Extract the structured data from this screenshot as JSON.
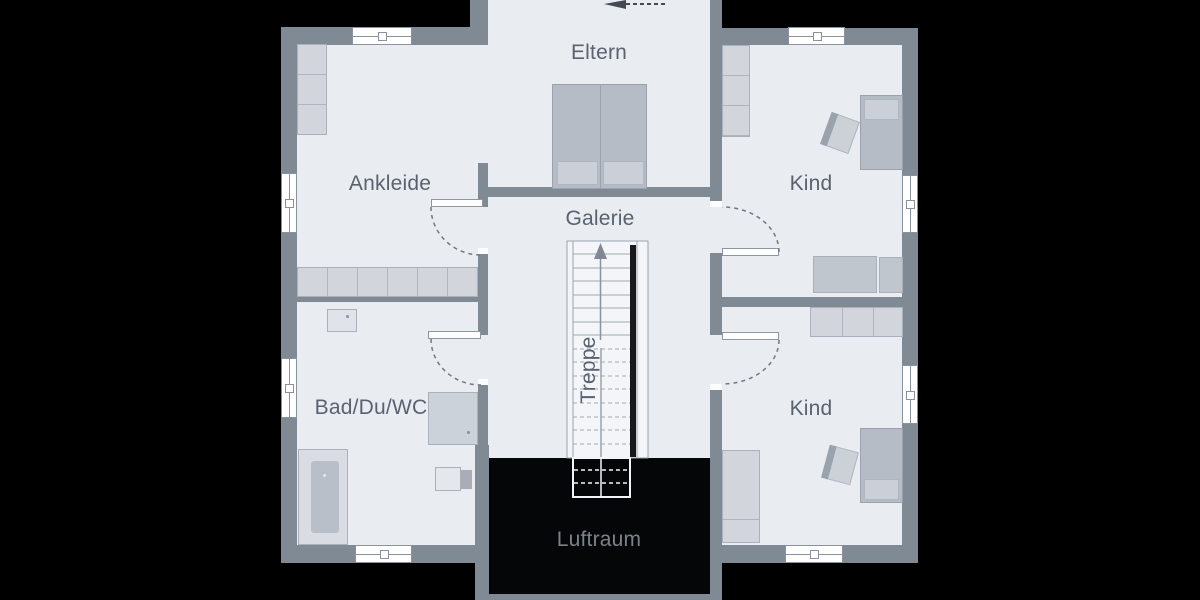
{
  "plan": {
    "rooms": [
      {
        "key": "eltern",
        "label": "Eltern"
      },
      {
        "key": "ankleide",
        "label": "Ankleide"
      },
      {
        "key": "galerie",
        "label": "Galerie"
      },
      {
        "key": "kind_top",
        "label": "Kind"
      },
      {
        "key": "kind_bottom",
        "label": "Kind"
      },
      {
        "key": "bad",
        "label": "Bad/Du/WC"
      },
      {
        "key": "treppe",
        "label": "Treppe"
      },
      {
        "key": "luftraum",
        "label": "Luftraum"
      }
    ],
    "symbols": [
      "window-symbol",
      "door-leaf",
      "door-swing-arc",
      "staircase",
      "stair-direction-arrow",
      "entrance-arrow",
      "bed",
      "wardrobe",
      "shelf",
      "desk",
      "chair",
      "bathtub",
      "shower",
      "toilet",
      "washbasin"
    ]
  },
  "colors": {
    "background": "#000000",
    "wall": "#808a95",
    "floor": "#e9ecf1",
    "furniture_light": "#d2d6dc",
    "furniture_medium": "#c0c6ce",
    "bed_fill": "#b6bcc6",
    "window_fill": "#ffffff",
    "stair_rail": "#17191c",
    "label_text": "#5a6270",
    "luftraum_text": "#7c828c"
  }
}
